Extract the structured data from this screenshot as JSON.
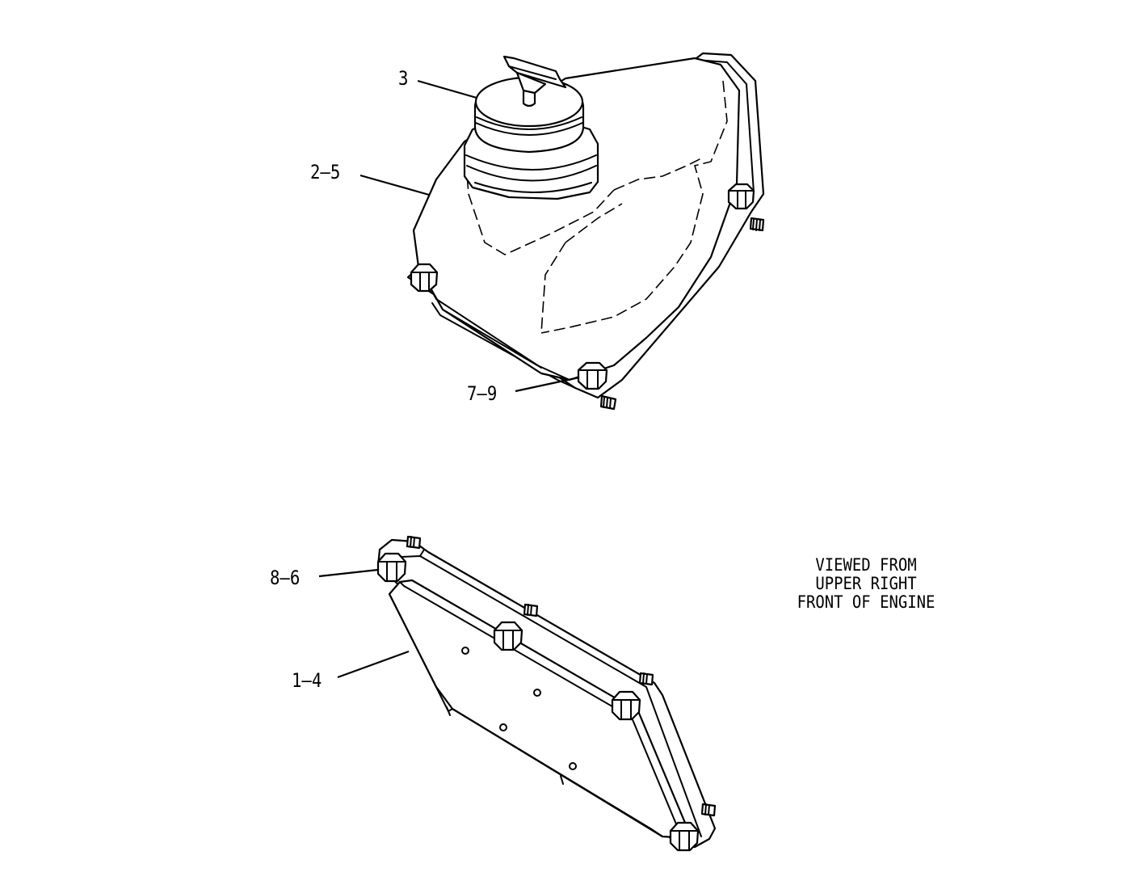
{
  "callouts": [
    {
      "id": "c3",
      "text": "3"
    },
    {
      "id": "c25",
      "text": "2–5"
    },
    {
      "id": "c79",
      "text": "7–9"
    },
    {
      "id": "c86",
      "text": "8–6"
    },
    {
      "id": "c14",
      "text": "1–4"
    }
  ],
  "view_note": [
    "VIEWED FROM",
    "UPPER RIGHT",
    "FRONT OF ENGINE"
  ],
  "colors": {
    "ink": "#000000",
    "paper": "#ffffff"
  }
}
